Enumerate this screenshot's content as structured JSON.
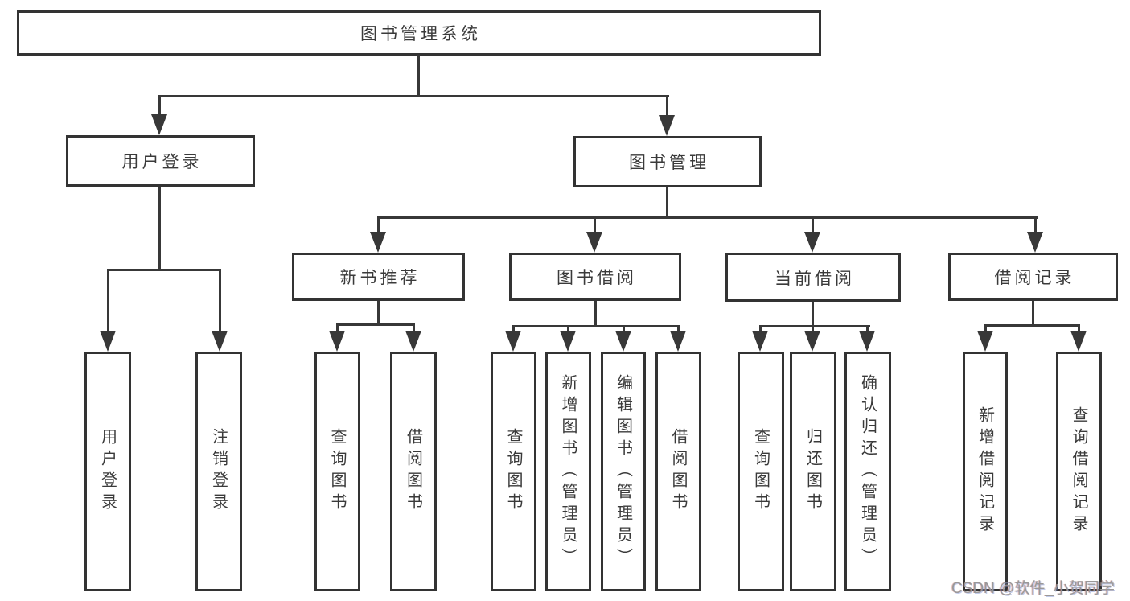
{
  "diagram": {
    "root": {
      "label": "图书管理系统"
    },
    "user_login": {
      "label": "用户登录",
      "leaves": [
        "用户登录",
        "注销登录"
      ]
    },
    "book_mgmt": {
      "label": "图书管理",
      "sections": [
        {
          "label": "新书推荐",
          "leaves": [
            "查询图书",
            "借阅图书"
          ]
        },
        {
          "label": "图书借阅",
          "leaves": [
            "查询图书",
            "新增图书（管理员）",
            "编辑图书（管理员）",
            "借阅图书"
          ]
        },
        {
          "label": "当前借阅",
          "leaves": [
            "查询图书",
            "归还图书",
            "确认归还（管理员）"
          ]
        },
        {
          "label": "借阅记录",
          "leaves": [
            "新增借阅记录",
            "查询借阅记录"
          ]
        }
      ]
    }
  },
  "watermark": {
    "text": "CSDN @软件_小贺同学"
  },
  "colors": {
    "line": "#383838",
    "border": "#333333",
    "text": "#3a3a3a",
    "background": "#ffffff",
    "watermark": "#969696"
  }
}
